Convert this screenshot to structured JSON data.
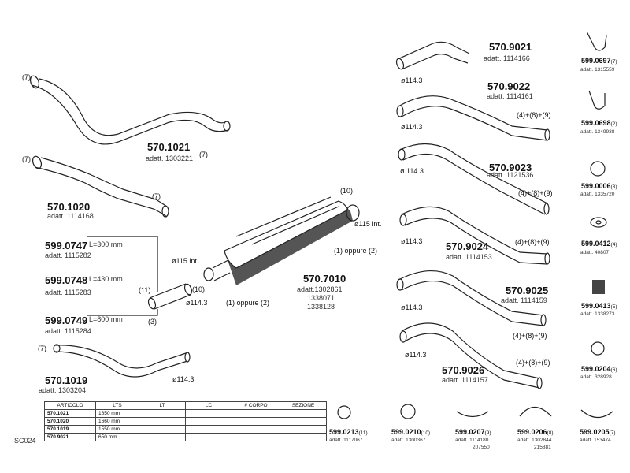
{
  "sheet_code": "SC024",
  "pipes": [
    {
      "code": "570.1021",
      "adatt": "adatt. 1303221"
    },
    {
      "code": "570.1020",
      "adatt": "adatt. 1114168"
    },
    {
      "code": "570.1019",
      "adatt": "adatt. 1303204"
    },
    {
      "code": "570.9021",
      "adatt": "adatt. 1114166"
    },
    {
      "code": "570.9022",
      "adatt": "adatt. 1114161"
    },
    {
      "code": "570.9023",
      "adatt": "adatt. 1121536"
    },
    {
      "code": "570.9024",
      "adatt": "adatt. 1114153"
    },
    {
      "code": "570.9025",
      "adatt": "adatt. 1114159"
    },
    {
      "code": "570.9026",
      "adatt": "adatt. 1114157"
    }
  ],
  "sleeves": [
    {
      "code": "599.0747",
      "length": "L=300  mm",
      "adatt": "adatt. 1115282"
    },
    {
      "code": "599.0748",
      "length": "L=430  mm",
      "adatt": "adatt. 1115283"
    },
    {
      "code": "599.0749",
      "length": "L=800  mm",
      "adatt": "adatt. 1115284"
    }
  ],
  "muffler": {
    "code": "570.7010",
    "adatt": "adatt.1302861",
    "adatt2": "1338071",
    "adatt3": "1338128",
    "note_left": "(1) oppure (2)",
    "note_right": "(1) oppure (2)",
    "inlet": "ø115  int.",
    "outlet": "ø115  int.",
    "inlet_ref": "(10)",
    "outlet_ref": "(10)"
  },
  "callouts": {
    "c7": "(7)",
    "c10": "(10)",
    "c11": "(11)",
    "c3": "(3)",
    "c489": "(4)+(8)+(9)",
    "d1143": "ø114.3",
    "d1143_b": "ø 114.3"
  },
  "fittings_right": [
    {
      "code": "599.0697",
      "ref": "(7)",
      "adatt": "adatt. 1315559"
    },
    {
      "code": "599.0698",
      "ref": "(2)",
      "adatt": "adatt. 1349938"
    },
    {
      "code": "599.0006",
      "ref": "(3)",
      "adatt": "adatt. 1335720"
    },
    {
      "code": "599.0412",
      "ref": "(4)",
      "adatt": "adatt. 40807"
    },
    {
      "code": "599.0413",
      "ref": "(5)",
      "adatt": "adatt. 1338273"
    },
    {
      "code": "599.0204",
      "ref": "(6)",
      "adatt": "adatt. 328928"
    }
  ],
  "fittings_bottom": [
    {
      "code": "599.0213",
      "ref": "(11)",
      "adatt": "adatt. 1117067",
      "adatt2": ""
    },
    {
      "code": "599.0210",
      "ref": "(10)",
      "adatt": "adatt. 1300367",
      "adatt2": ""
    },
    {
      "code": "599.0207",
      "ref": "(9)",
      "adatt": "adatt. 1114180",
      "adatt2": "207550"
    },
    {
      "code": "599.0206",
      "ref": "(8)",
      "adatt": "adatt. 1302844",
      "adatt2": "215881"
    },
    {
      "code": "599.0205",
      "ref": "(7)",
      "adatt": "adatt. 153474",
      "adatt2": ""
    }
  ],
  "table": {
    "headers": [
      "ARTICOLO",
      "LTS",
      "LT",
      "LC",
      "# CORPO",
      "SEZIONE"
    ],
    "rows": [
      [
        "570.1021",
        "1650  mm",
        "",
        "",
        "",
        ""
      ],
      [
        "570.1020",
        "1660  mm",
        "",
        "",
        "",
        ""
      ],
      [
        "570.1019",
        "1550  mm",
        "",
        "",
        "",
        ""
      ],
      [
        "570.9021",
        "650  mm",
        "",
        "",
        "",
        ""
      ]
    ]
  }
}
